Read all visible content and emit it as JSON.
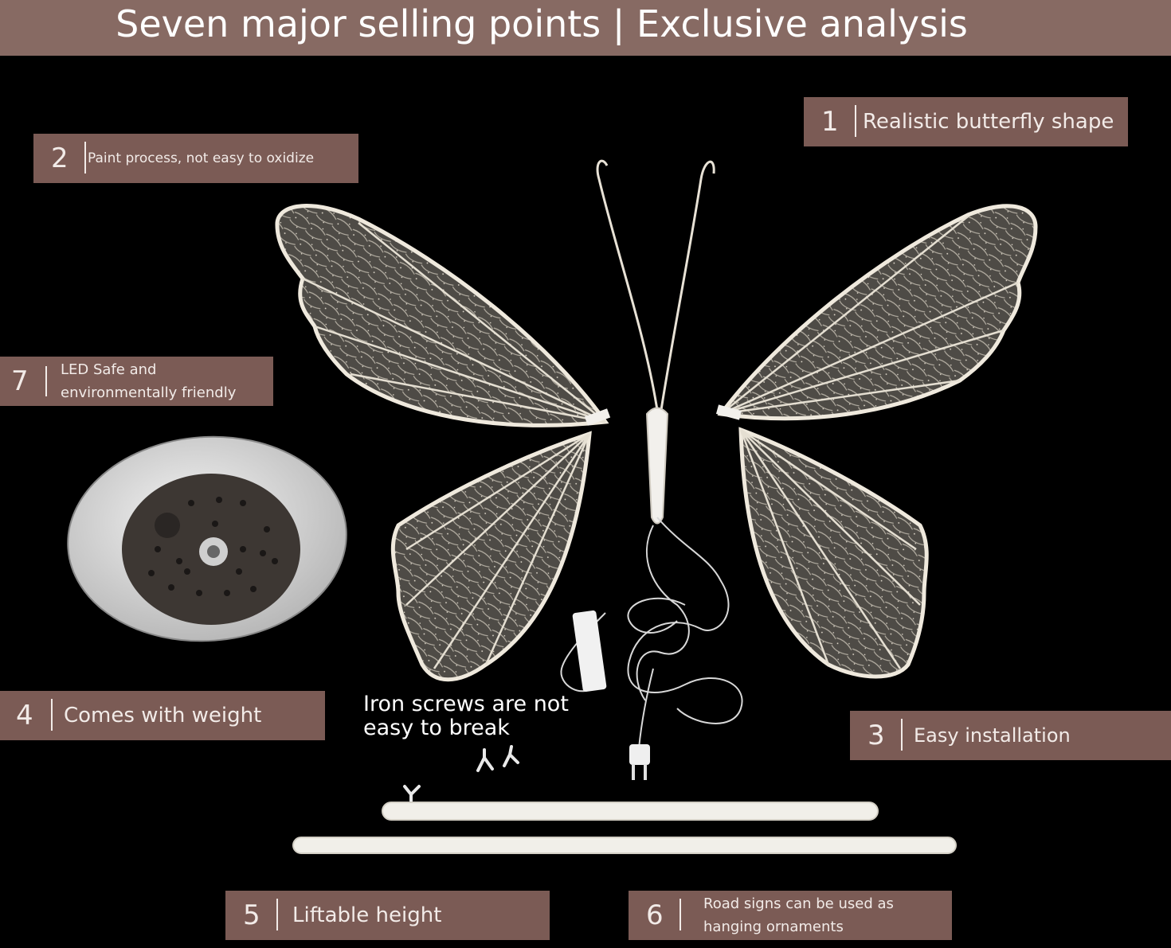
{
  "header": {
    "title": "Seven major selling points | Exclusive analysis"
  },
  "labels": [
    {
      "num": "1",
      "lines": [
        "Realistic butterfly shape"
      ]
    },
    {
      "num": "2",
      "lines": [
        "Paint process, not easy to oxidize"
      ]
    },
    {
      "num": "3",
      "lines": [
        "Easy installation"
      ]
    },
    {
      "num": "4",
      "lines": [
        "Comes with weight"
      ]
    },
    {
      "num": "5",
      "lines": [
        "Liftable height"
      ]
    },
    {
      "num": "6",
      "lines": [
        "Road signs can be used as",
        "hanging ornaments"
      ]
    },
    {
      "num": "7",
      "lines": [
        "LED Safe and",
        "environmentally friendly"
      ]
    }
  ],
  "caption": {
    "lines": [
      "Iron screws are not",
      "easy to break"
    ]
  },
  "colors": {
    "header_bg": "#876a63",
    "label_bg": "#7b5b55",
    "background": "#000000",
    "wire": "#e8e2d6"
  }
}
